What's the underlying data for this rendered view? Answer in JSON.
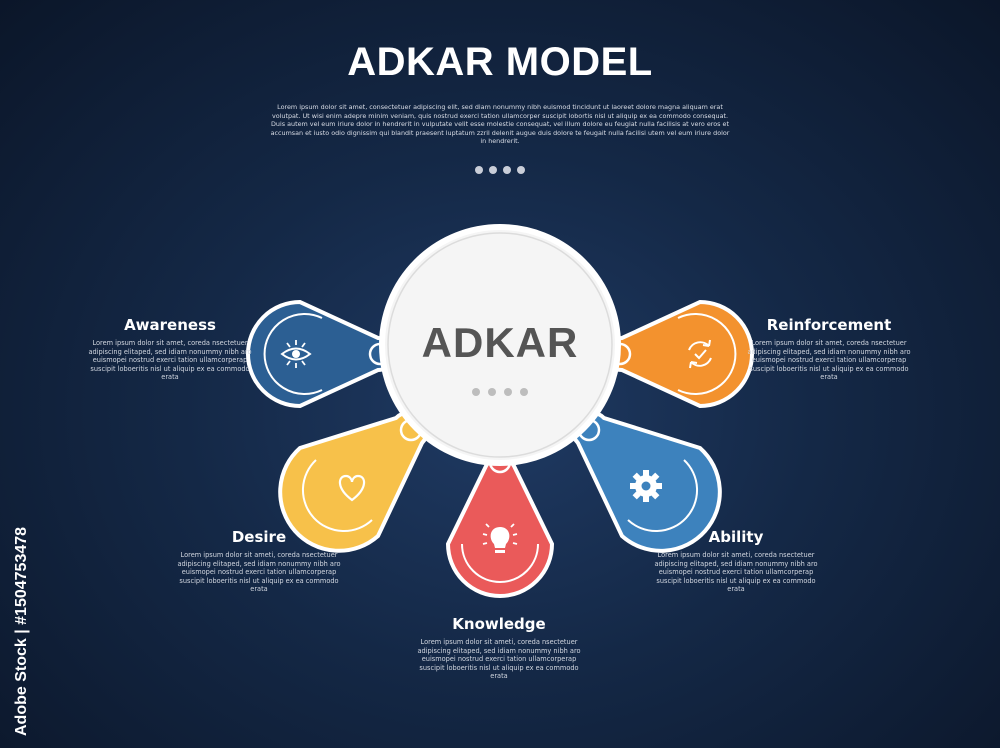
{
  "title": "ADKAR MODEL",
  "intro": "Lorem ipsum dolor sit amet, consectetuer adipiscing elit, sed diam nonummy nibh euismod tincidunt ut laoreet dolore magna aliquam erat volutpat. Ut wisi enim adepre minim veniam, quis nostrud exerci tation ullamcorper suscipit lobortis nisl ut aliquip ex ea commodo consequat. Duis autem vel eum iriure dolor in hendrerit in vulputate velit esse molestie consequat, vel illum dolore eu feugiat nulla facilisis at vero eros et accumsan et iusto odio dignissim qui blandit praesent luptatum zzril delenit augue duis dolore te feugait nulla facilisi utem vel eum iriure dolor in hendrerit.",
  "center_label": "ADKAR",
  "watermark": "Adobe Stock | #1504753478",
  "colors": {
    "awareness": "#2c5f93",
    "desire": "#f7c14a",
    "knowledge": "#ea5a5a",
    "ability": "#3d82bd",
    "reinforcement": "#f3922e"
  },
  "steps": {
    "awareness": {
      "title": "Awareness",
      "icon": "eye-icon",
      "body": "Lorem ipsum dolor sit amet, coreda nsectetuer adipiscing elitaped, sed idiam nonummy nibh aro euismopei nostrud exerci tation ullamcorperap suscipit loboeritis nisl ut aliquip ex ea commodo erata"
    },
    "desire": {
      "title": "Desire",
      "icon": "heart-icon",
      "body": "Lorem ipsum dolor sit ameti, coreda nsectetuer adipiscing elitaped, sed idiam nonummy nibh aro euismopei nostrud exerci tation ullamcorperap suscipit loboeritis nisl ut aliquip ex ea commodo erata"
    },
    "knowledge": {
      "title": "Knowledge",
      "icon": "lightbulb-icon",
      "body": "Lorem ipsum dolor sit ameti, coreda nsectetuer adipiscing elitaped, sed idiam nonummy nibh aro euismopei nostrud exerci tation ullamcorperap suscipit loboeritis nisl ut aliquip ex ea commodo erata"
    },
    "ability": {
      "title": "Ability",
      "icon": "gear-icon",
      "body": "Lorem ipsum dolor sit ameti, coreda nsectetuer adipiscing elitaped, sed idiam nonummy nibh aro euismopei nostrud exerci tation ullamcorperap suscipit loboeritis nisl ut aliquip ex ea commodo erata"
    },
    "reinforcement": {
      "title": "Reinforcement",
      "icon": "refresh-check-icon",
      "body": "Lorem ipsum dolor sit amet, coreda nsectetuer adipiscing elitaped, sed idiam nonummy nibh aro euismopei nostrud exerci tation ullamcorperap suscipit loboeritis nisl ut aliquip ex ea commodo erata"
    }
  }
}
